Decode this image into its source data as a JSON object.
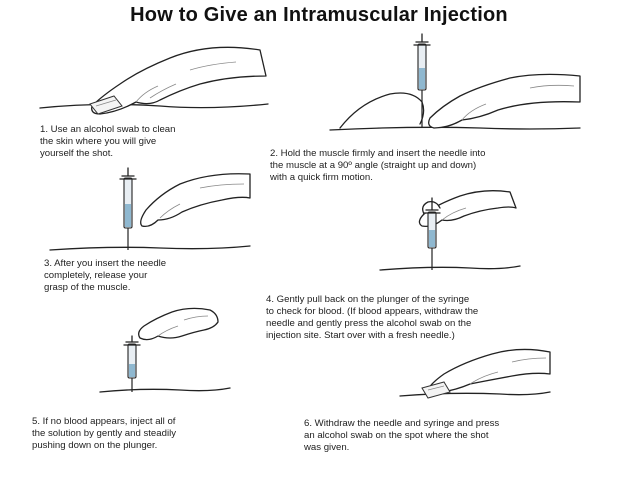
{
  "title": "How to Give an Intramuscular Injection",
  "steps": [
    {
      "text": "1. Use an alcohol swab to clean\n    the skin where you will give\n    yourself the shot."
    },
    {
      "text": "2. Hold the muscle firmly and insert the needle into\n    the muscle at a 90º angle (straight up and down)\n    with a quick firm motion."
    },
    {
      "text": "3. After you insert the needle\n    completely, release your\n    grasp of the muscle."
    },
    {
      "text": "4. Gently pull back on the plunger of the syringe\n    to check for blood. (If blood appears, withdraw the\n    needle and gently press the alcohol swab on the\n    injection site.  Start over with a fresh needle.)"
    },
    {
      "text": "5. If no blood appears, inject all of\n    the solution by gently and steadily\n    pushing down on the plunger."
    },
    {
      "text": "6. Withdraw the needle and syringe and press\n    an alcohol swab on the spot where the shot\n    was given."
    }
  ]
}
